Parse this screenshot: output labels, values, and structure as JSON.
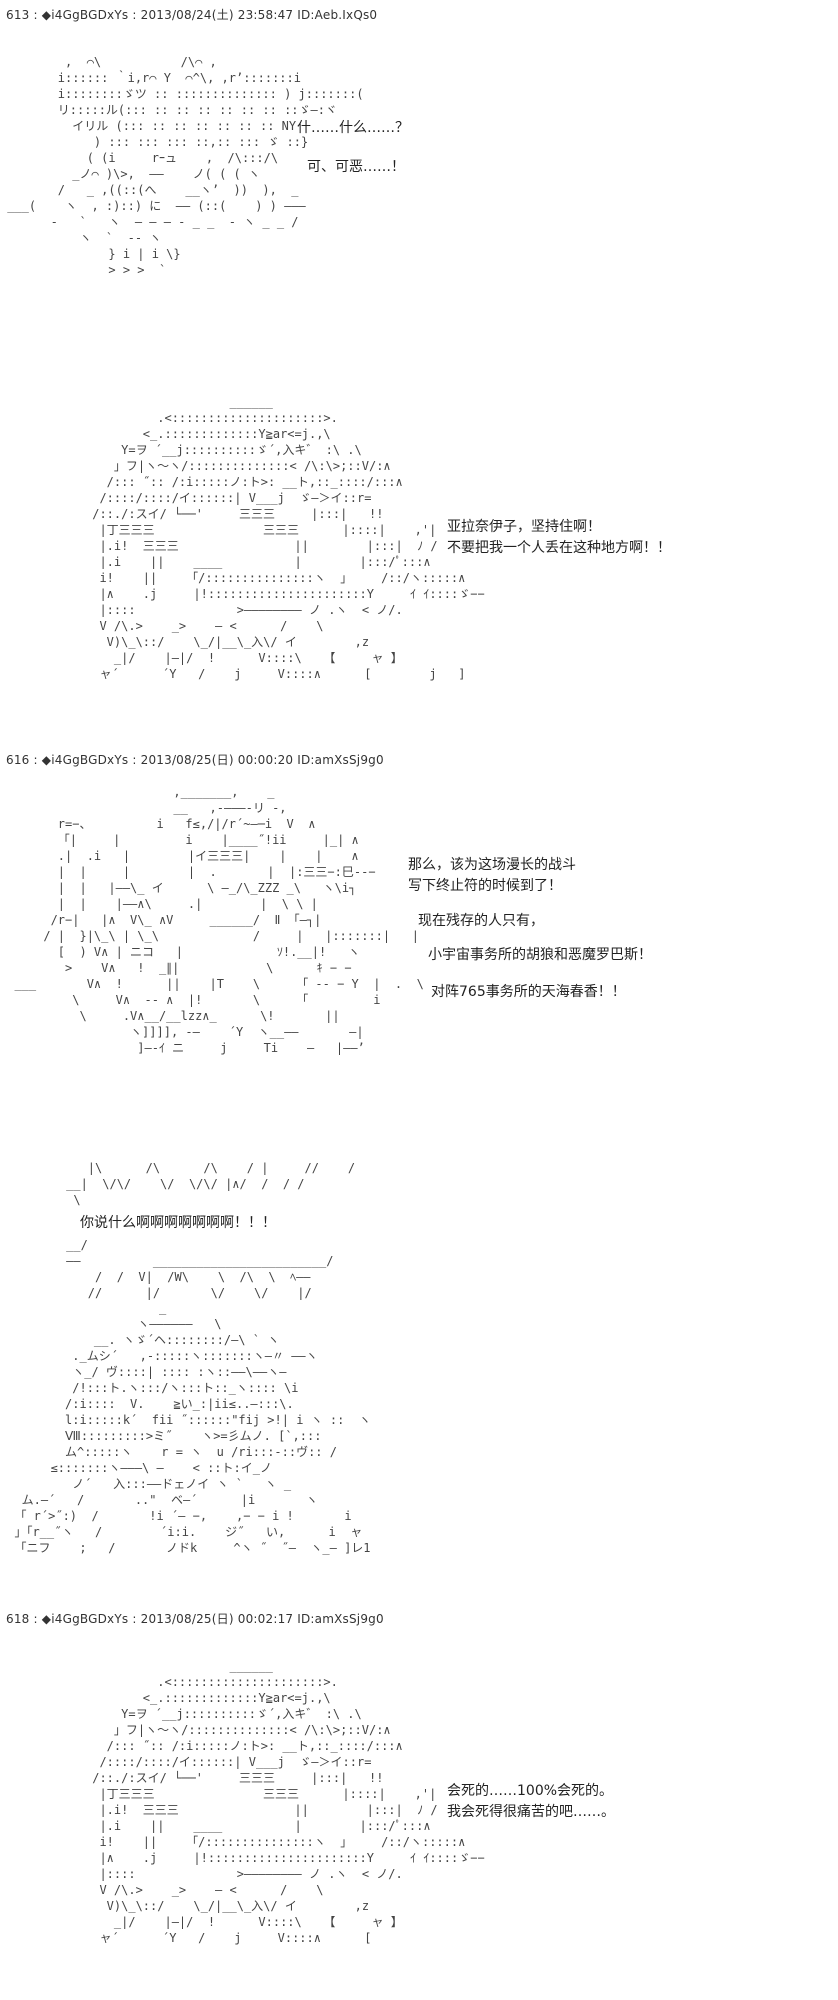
{
  "posts": [
    {
      "header": "613 : ◆i4GgBGDxYs : 2013/08/24(土) 23:58:47 ID:Aeb.IxQs0"
    },
    {
      "header": "616 : ◆i4GgBGDxYs : 2013/08/25(日) 00:00:20 ID:amXsSj9g0"
    },
    {
      "header": "618 : ◆i4GgBGDxYs : 2013/08/25(日) 00:02:17 ID:amXsSj9g0"
    }
  ],
  "dialogue": {
    "p613_a": "什……什么……？",
    "p613_b": "可、可恶……！",
    "p613_c": "亚拉奈伊子，坚持住啊！\n不要把我一个人丢在这种地方啊！！",
    "p616_a": "那么，该为这场漫长的战斗\n写下终止符的时候到了！",
    "p616_b": "现在残存的人只有，",
    "p616_c": "小宇宙事务所的胡狼和恶魔罗巴斯！",
    "p616_d": "对阵765事务所的天海春香！！",
    "p616_burst": "你说什么啊啊啊啊啊啊啊！！！",
    "p618_a": "会死的……100%会死的。\n我会死得很痛苦的吧……。"
  },
  "art": {
    "a1": "         ,  ⌒\\           /\\⌒ ,\n        i:::::: ｀i,r⌒ Y  ⌒^\\, ,r’:::::::i\n        i::::::::ゞツ :: :::::::::::::: ) j:::::::(\n        リ:::::ル(::: :: :: :: :: :: :: ::ゞ―:ヾ\n          イリル (::: :: :: :: :: :: :: NY\n             ) ::: ::: ::: ::,:: ::: ゞ ::}\n            ( (i     rｰュ    ,  /\\:::/\\\n          _ノ⌒ )\\>,  ――    ノ( ( ( ヽ\n        /   _ ,((::(へ    __ヽ’  ))  ),  _\n ___(    ヽ  , :)::) に  ―― (::(    ) ) ―――\n       -   `   ヽ  ― ― ― - _ _  - ヽ _ _ /\n           ヽ  `  -- ヽ\n               } i | i \\}\n               > > >  `",
    "a2": "                    ______\n          .<:::::::::::::::::::::>.\n        <_.:::::::::::::Y≧ar<=j.,\\\n     Y=ヲ ´__j::::::::::ゞ´,入キ゛ :\\ .\\\n    」フ|ヽ〜ヽ/::::::::::::::< /\\:\\>;::V/:∧\n   /::: ˝:: /:i:::::ノ:ト>: __ト,::_::::/:::∧\n  /::::/::::/イ::::::| V___j  ゞ―＞イ::r=\n /::./:スイ/ └──'     三三三     |:::|   !!\n  |丁三三三               三三三      |::::|    ,'|\n  |.i!  三三三                ||        |:::|  ﾉ /\n  |.i    ||    ____          |        |:::/ﾟ:::∧\n  i!    ||    「/:::::::::::::::ヽ  」    /::/ヽ:::::∧\n  |∧    .j     |!::::::::::::::::::::::Y     ｲ ｲ::::ゞ−−\n  |::::              >―――――――― ノ .ヽ  < ノ/.\n  V /\\.>    _>    — <      /    \\\n   V)\\_\\::/    \\_/|__\\_入\\/ イ        ,z\n    _|/    |—|/  !      V::::\\   【     ャ 】\n  ャ´      ´Y   /    j     V::::∧      [        j   ]",
    "a3": "                        ,_______,    _\n                        __   ,-―――-リ -,\n        r=−、         i   f≤,/|/r´~―─i  V  ∧\n        「|     |         i    |____˝!ii     |_| ∧\n        .|  .i   |        |イ三三三|    |    |    ∧\n        |  |     |        |  .       |  |:三三−:巳--−\n        |  |   |――\\_ イ      \\ ―_/\\_ZZZ _\\   ヽ\\i┐\n        |  |    |――∧\\     .|        |  \\ \\ |\n       /r−|   |∧  V\\_ ∧V     ______/  Ⅱ 「―┐|\n      / |  }|\\_\\ | \\_\\             /     |   |:::::::|   |\n        [  ) V∧ | ニコ   |             ｿ!.__|!   ヽ\n         >    V∧   !  _∥|            \\      ｷ − −\n  ___       V∧  !      ||    |T    \\     「 -- − Y  |  .  \\\n          \\     V∧  -- ∧  |!       \\     「         i\n           \\     .V∧__/__lzz∧_      \\!       ||\n                  ヽ]]]], -―    ´Y  ヽ__――       ―|\n                   ]―-ｲ ニ     j     Ti    ―   |――’",
    "burst_top": "        |\\      /\\      /\\    / |     //    /\n     __|  \\/\\/    \\/  \\/\\/ |∧/  /  / /\n      \\",
    "burst_bottom": "     __/\n     ――          ________________________/\n         /  /  V|  /W\\    \\  /\\  \\  ﾍ――\n        //      |/       \\/    \\/    |/",
    "a4": "                      _\n                   ヽ――――――   \\\n             __. ヽゞ´ヘ::::::::/―\\ ` ヽ\n          ._ムシ´   ,-:::::ヽ:::::::ヽ―〃 ――ヽ\n          ヽ_/ ヴ::::| :::: :ヽ::――\\――ヽ―\n          /!:::ト.ヽ:::/ヽ:::ト::_ヽ:::: \\i\n         /:i::::  V.    ≧い_:|ii≤..―:::\\.\n         l:i:::::k´  fii ˝::::::\"fij >!| i ヽ ::  ヽ\n         Ⅷ:::::::::>ミ˝    ヽ>=彡ムノ. [`,:::\n         ム^:::::ヽ    r = ヽ  u /ri:::-::ヴ:: /\n       ≤:::::::ヽ―――\\ ―    < ::ト:イ_ノ\n          ノ´   入:::――ドェノイ ヽ `   ヽ _\n   ム.―´   /       ..\"  ベ―´      |i       ヽ\n  「 r´>˝:)  /       !i ´― −,    ,− − i !       i\n  」「r__˝ヽ   /        ´i:i.    ジ˝   い,      i  ャ\n  「ニフ    ;   /       ノドk     ^ヽ ˝  ˝―  ヽ_― ]レ1",
    "a5": "                    ______\n          .<:::::::::::::::::::::>.\n        <_.:::::::::::::Y≧ar<=j.,\\\n     Y=ヲ ´__j::::::::::ゞ´,入キ゛ :\\ .\\\n    」フ|ヽ〜ヽ/::::::::::::::< /\\:\\>;::V/:∧\n   /::: ˝:: /:i:::::ノ:ト>: __ト,::_::::/:::∧\n  /::::/::::/イ::::::| V___j  ゞ―＞イ::r=\n /::./:スイ/ └──'     三三三     |:::|   !!\n  |丁三三三               三三三      |::::|    ,'|\n  |.i!  三三三                ||        |:::|  ﾉ /\n  |.i    ||    ____          |        |:::/ﾟ:::∧\n  i!    ||    「/:::::::::::::::ヽ  」    /::/ヽ:::::∧\n  |∧    .j     |!::::::::::::::::::::::Y     ｲ ｲ::::ゞ−−\n  |::::              >―――――――― ノ .ヽ  < ノ/.\n  V /\\.>    _>    — <      /    \\\n   V)\\_\\::/    \\_/|__\\_入\\/ イ        ,z\n    _|/    |—|/  !      V::::\\   【     ャ 】\n  ャ´      ´Y   /    j     V::::∧      ["
  }
}
